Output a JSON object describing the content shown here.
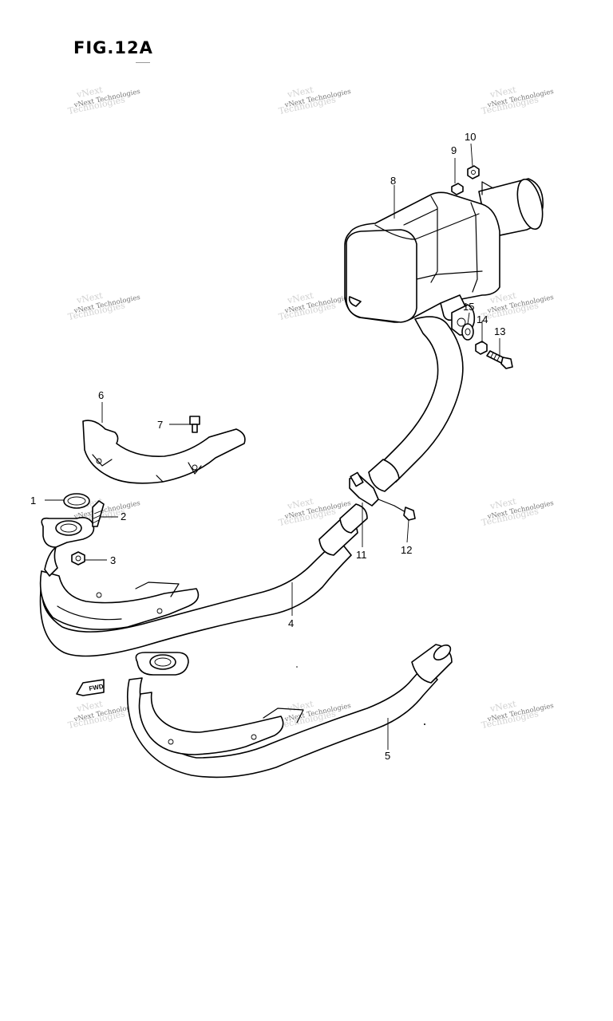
{
  "figure": {
    "title": "FIG.12A"
  },
  "watermark": {
    "text": "vNext Technologies"
  },
  "callouts": [
    {
      "id": "1",
      "label": "1"
    },
    {
      "id": "2",
      "label": "2"
    },
    {
      "id": "3",
      "label": "3"
    },
    {
      "id": "4",
      "label": "4"
    },
    {
      "id": "5",
      "label": "5"
    },
    {
      "id": "6",
      "label": "6"
    },
    {
      "id": "7",
      "label": "7"
    },
    {
      "id": "8",
      "label": "8"
    },
    {
      "id": "9",
      "label": "9"
    },
    {
      "id": "10",
      "label": "10"
    },
    {
      "id": "11",
      "label": "11"
    },
    {
      "id": "12",
      "label": "12"
    },
    {
      "id": "13",
      "label": "13"
    },
    {
      "id": "14",
      "label": "14"
    },
    {
      "id": "15",
      "label": "15"
    }
  ],
  "direction_marker": {
    "label": "FWD"
  }
}
